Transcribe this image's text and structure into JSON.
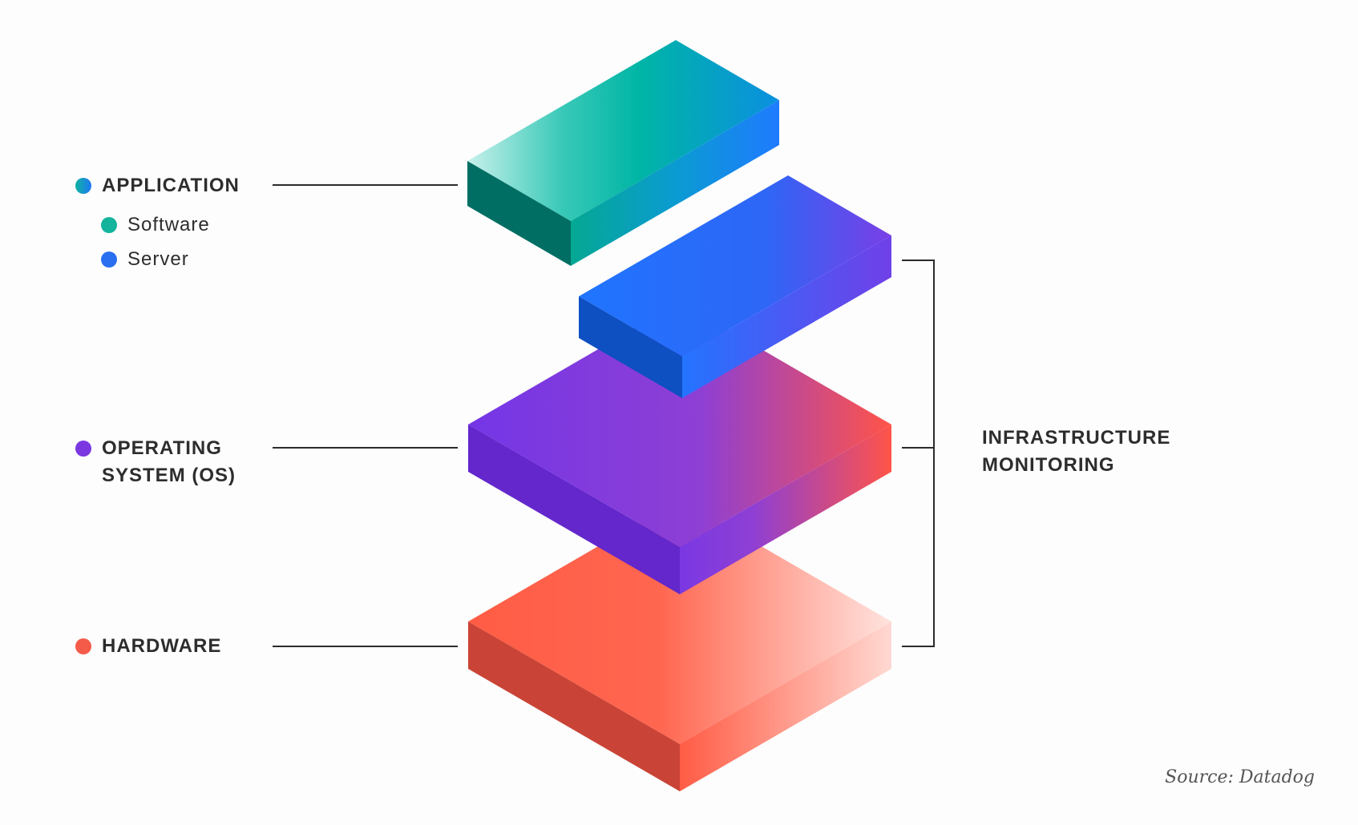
{
  "layers": {
    "application": {
      "label": "APPLICATION",
      "color": "#1a9fc4"
    },
    "software": {
      "label": "Software",
      "color": "#14b39c"
    },
    "server": {
      "label": "Server",
      "color": "#2a6ff0"
    },
    "operating_system": {
      "label_line1": "OPERATING",
      "label_line2": "SYSTEM (OS)",
      "color": "#7b38e0"
    },
    "hardware": {
      "label": "HARDWARE",
      "color": "#f45b49"
    }
  },
  "bracket": {
    "label_line1": "INFRASTRUCTURE",
    "label_line2": "MONITORING"
  },
  "source": "Source: Datadog"
}
